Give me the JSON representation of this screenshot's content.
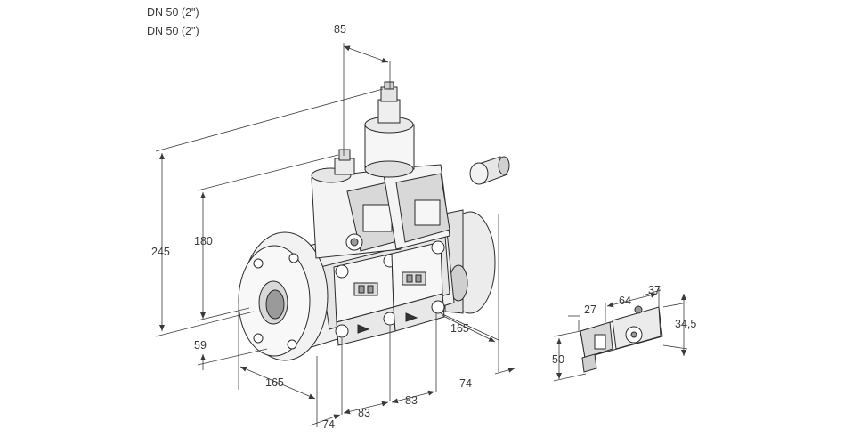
{
  "header": {
    "line1": "DN 50 (2\")",
    "line2": "DN 50 (2\")"
  },
  "dimensions": {
    "d85": "85",
    "d245": "245",
    "d180": "180",
    "d59": "59",
    "d165_left": "165",
    "d165_right": "165",
    "d74_bottom": "74",
    "d74_right": "74",
    "d83_a": "83",
    "d83_b": "83",
    "d27": "27",
    "d64": "64",
    "d37": "37",
    "d34_5": "34,5",
    "d50": "50"
  },
  "colors": {
    "line": "#2a2a2a",
    "fill_light": "#f4f4f4",
    "fill_mid": "#d8d8d8",
    "fill_dark": "#9a9a9a"
  }
}
